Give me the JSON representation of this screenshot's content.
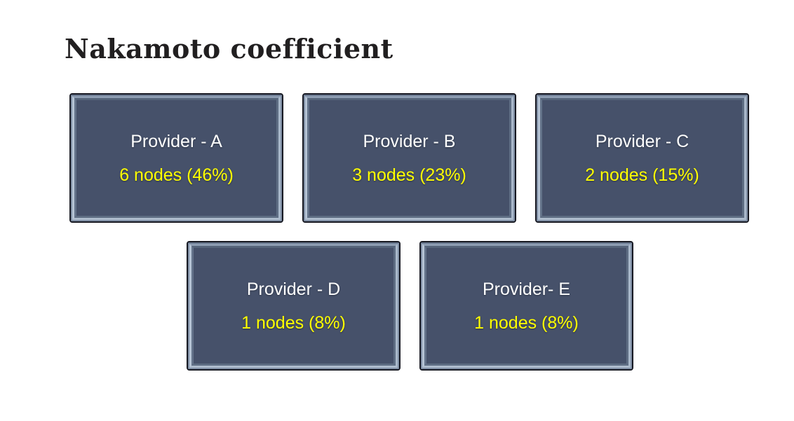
{
  "title": "Nakamoto coefficient",
  "colors": {
    "background": "#FFFFFF",
    "box_fill": "#46516A",
    "box_outline": "#161821",
    "bevel_highlight": "#B6C4D5",
    "label_text": "#FFFFFF",
    "value_text": "#FFFF00",
    "title_text": "#211F20"
  },
  "boxes": [
    {
      "id": "A",
      "label": "Provider - A",
      "value": "6 nodes (46%)"
    },
    {
      "id": "B",
      "label": "Provider - B",
      "value": "3 nodes (23%)"
    },
    {
      "id": "C",
      "label": "Provider - C",
      "value": "2 nodes (15%)"
    },
    {
      "id": "D",
      "label": "Provider - D",
      "value": "1 nodes (8%)"
    },
    {
      "id": "E",
      "label": "Provider- E",
      "value": "1 nodes (8%)"
    }
  ]
}
